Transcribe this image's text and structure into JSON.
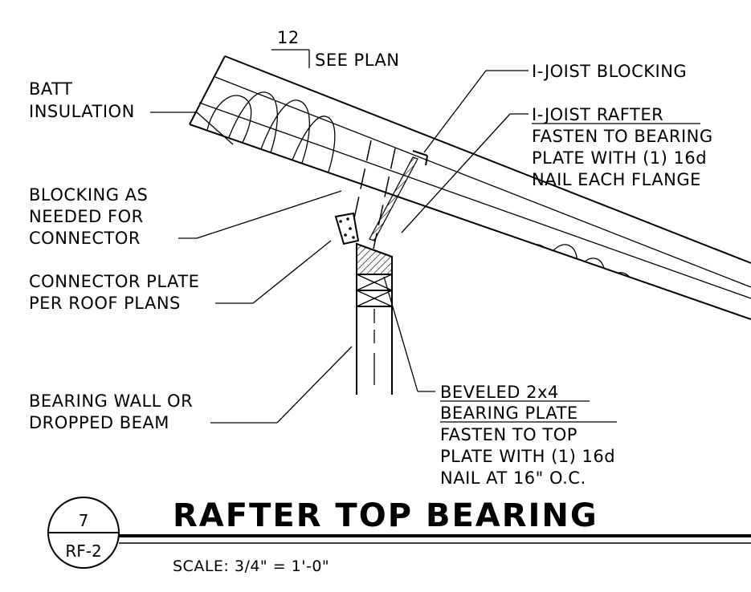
{
  "pitch": {
    "rise": "12",
    "note": "SEE PLAN"
  },
  "labels": {
    "batt_insulation": [
      "BATT",
      "INSULATION"
    ],
    "blocking": [
      "BLOCKING AS",
      "NEEDED FOR",
      "CONNECTOR"
    ],
    "connector_plate": [
      "CONNECTOR PLATE",
      "PER ROOF PLANS"
    ],
    "bearing_wall": [
      "BEARING WALL OR",
      "DROPPED BEAM"
    ],
    "ijoist_blocking": "I-JOIST BLOCKING",
    "ijoist_rafter": {
      "title": "I-JOIST RAFTER",
      "lines": [
        "FASTEN TO BEARING",
        "PLATE WITH (1) 16d",
        "NAIL EACH FLANGE"
      ]
    },
    "beveled_plate": {
      "title": [
        "BEVELED 2x4",
        "BEARING PLATE"
      ],
      "lines": [
        "FASTEN TO TOP",
        "PLATE WITH (1) 16d",
        "NAIL AT 16\" O.C."
      ]
    }
  },
  "detail": {
    "number": "7",
    "sheet": "RF-2",
    "title": "RAFTER TOP BEARING",
    "scale": "SCALE: 3/4\" = 1'-0\""
  }
}
